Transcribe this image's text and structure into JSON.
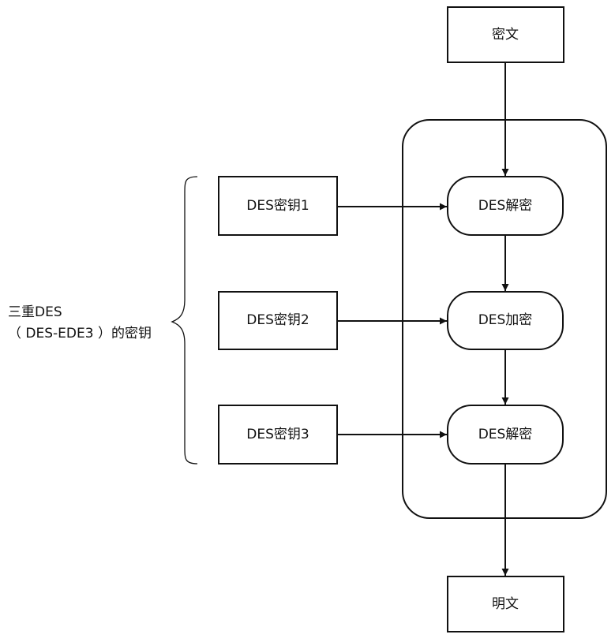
{
  "diagram": {
    "ciphertext": "密文",
    "plaintext": "明文",
    "keys": [
      "DES密钥1",
      "DES密钥2",
      "DES密钥3"
    ],
    "stages": [
      "DES解密",
      "DES加密",
      "DES解密"
    ],
    "brace_label": {
      "line1": "三重DES",
      "line2": "（ DES-EDE3 ）的密钥"
    },
    "colors": {
      "stroke": "#111111",
      "background": "#ffffff"
    }
  }
}
